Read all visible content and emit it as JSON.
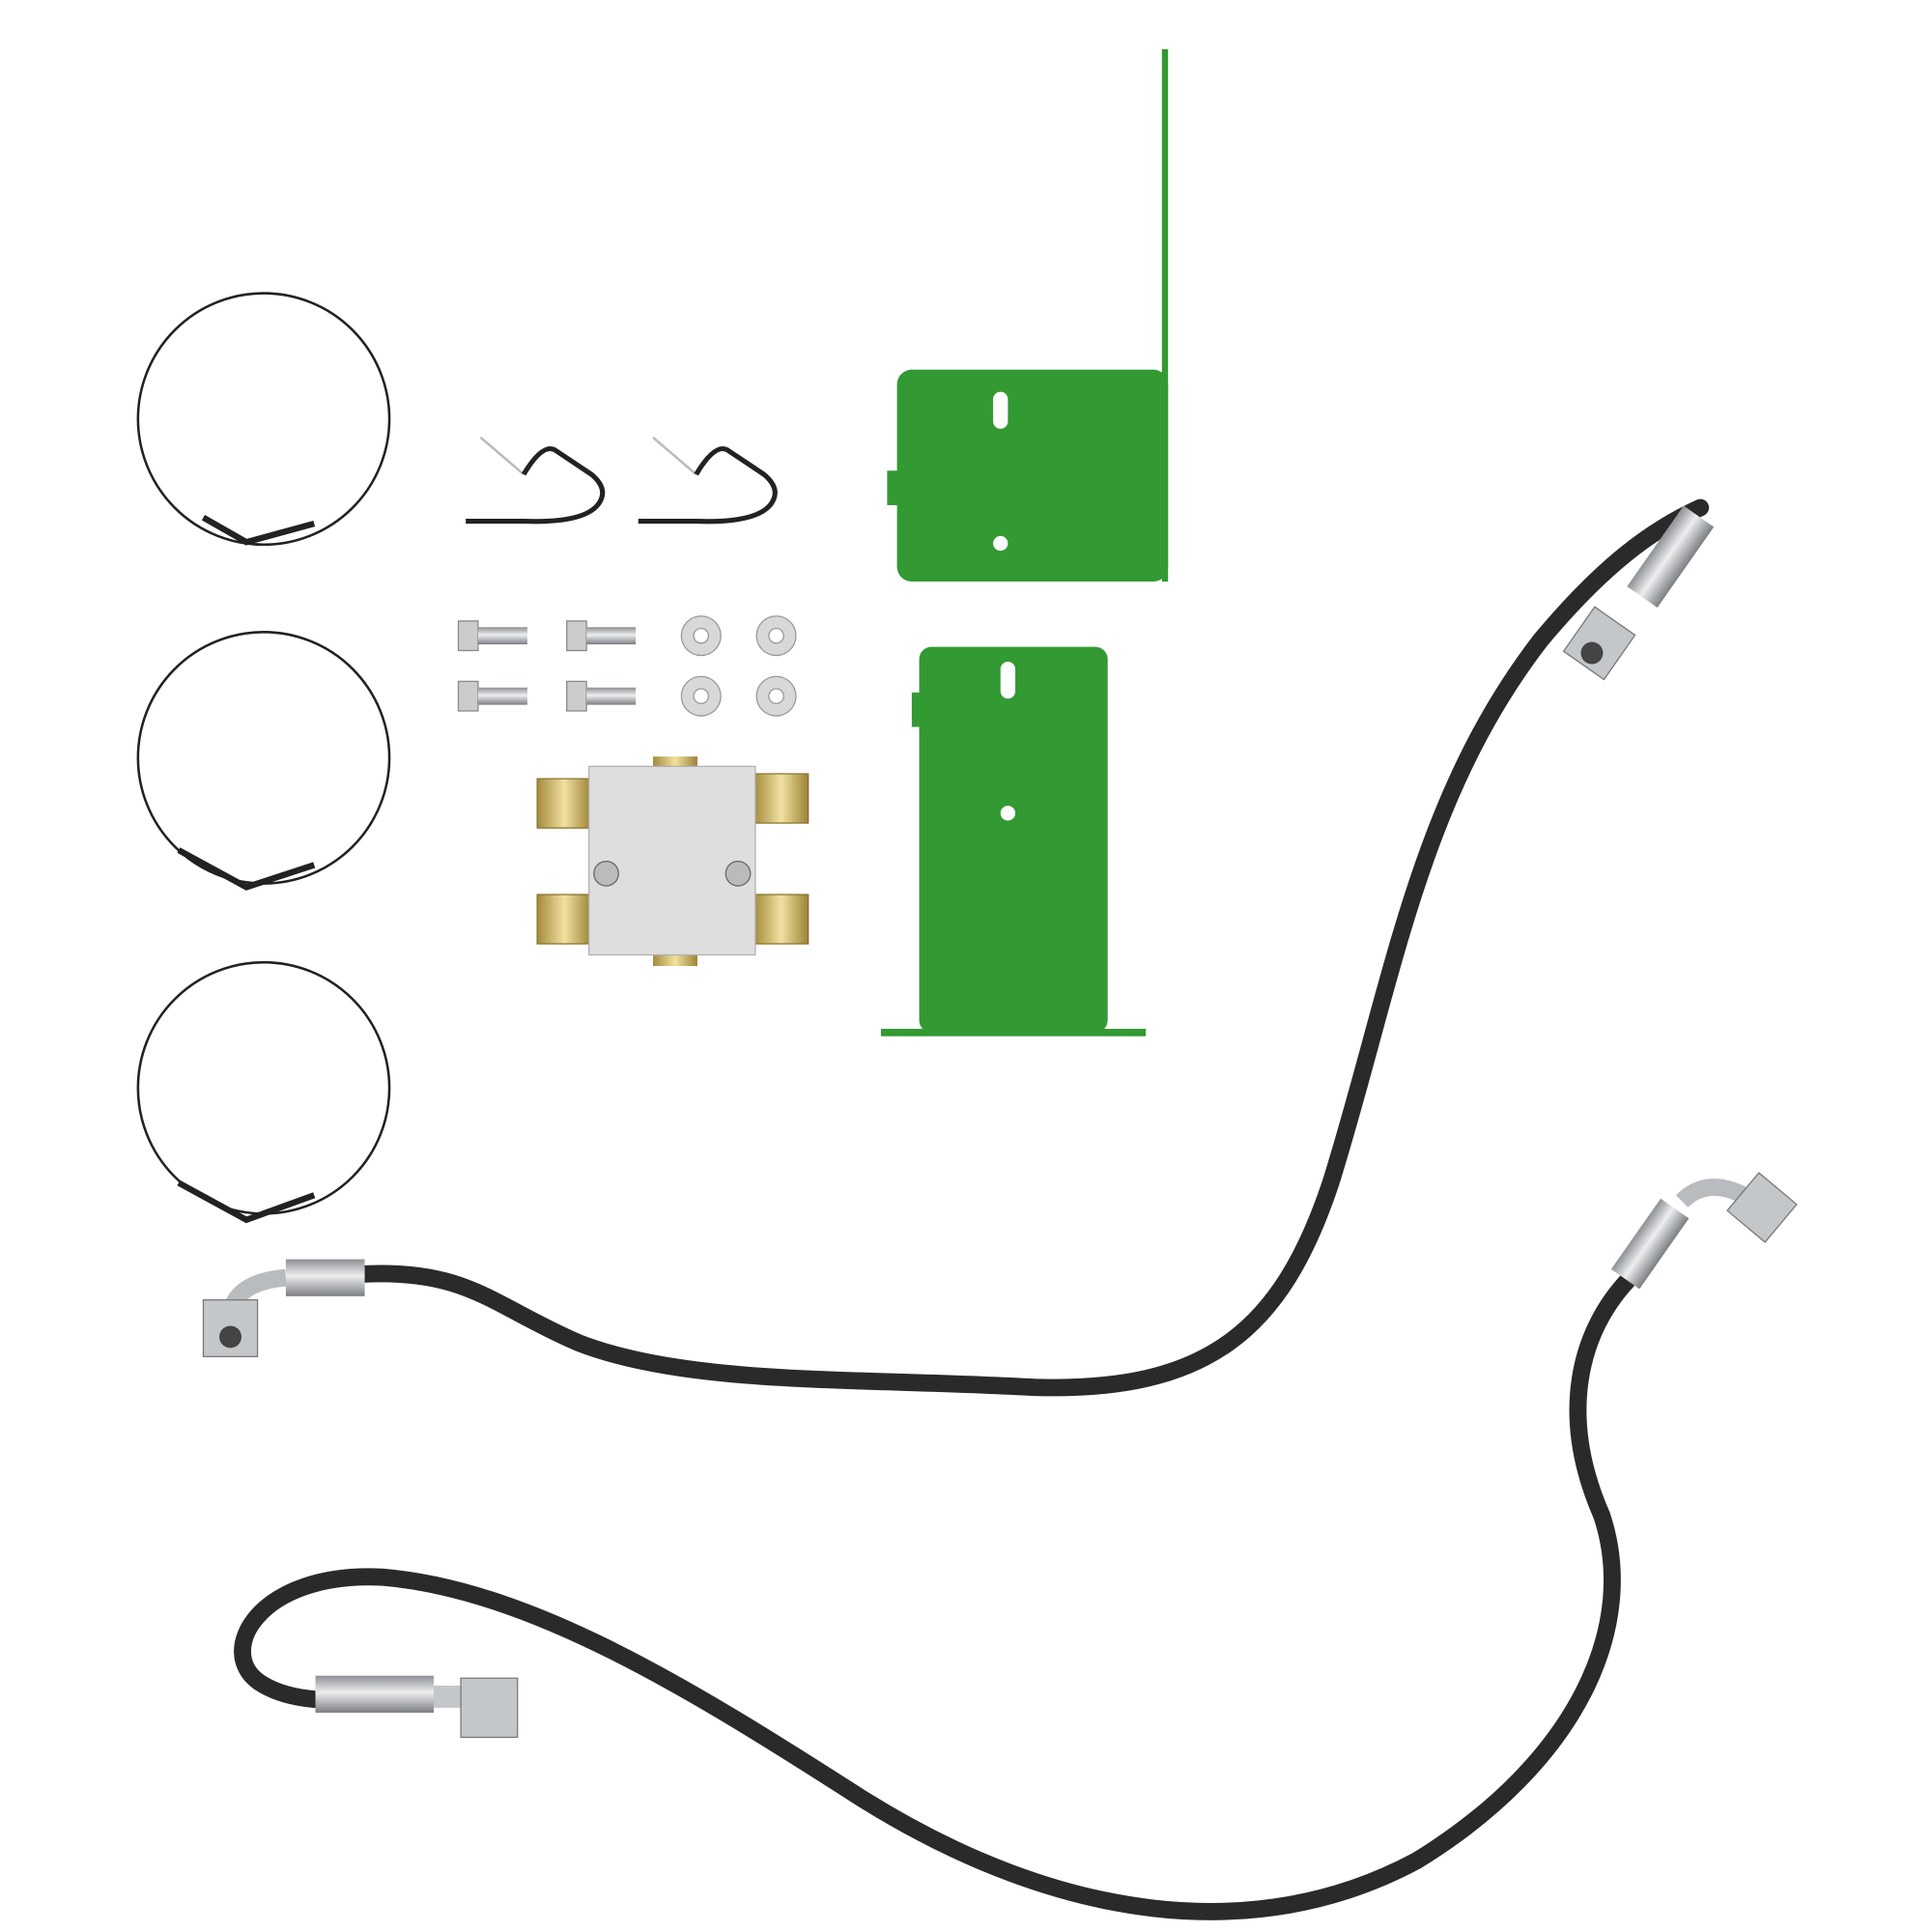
{
  "colors": {
    "background": "#ffffff",
    "bracket_green": "#339933",
    "hose_black": "#2a2a2a",
    "steel": "#b9bcbf",
    "brass": "#d9c27a",
    "valve_block": "#dcdcdc"
  },
  "parts": {
    "hose_clamps": 3,
    "retaining_pins": 2,
    "bolts": 4,
    "washers": 4,
    "brackets": 2,
    "valve_blocks": 1,
    "hoses": 2
  }
}
